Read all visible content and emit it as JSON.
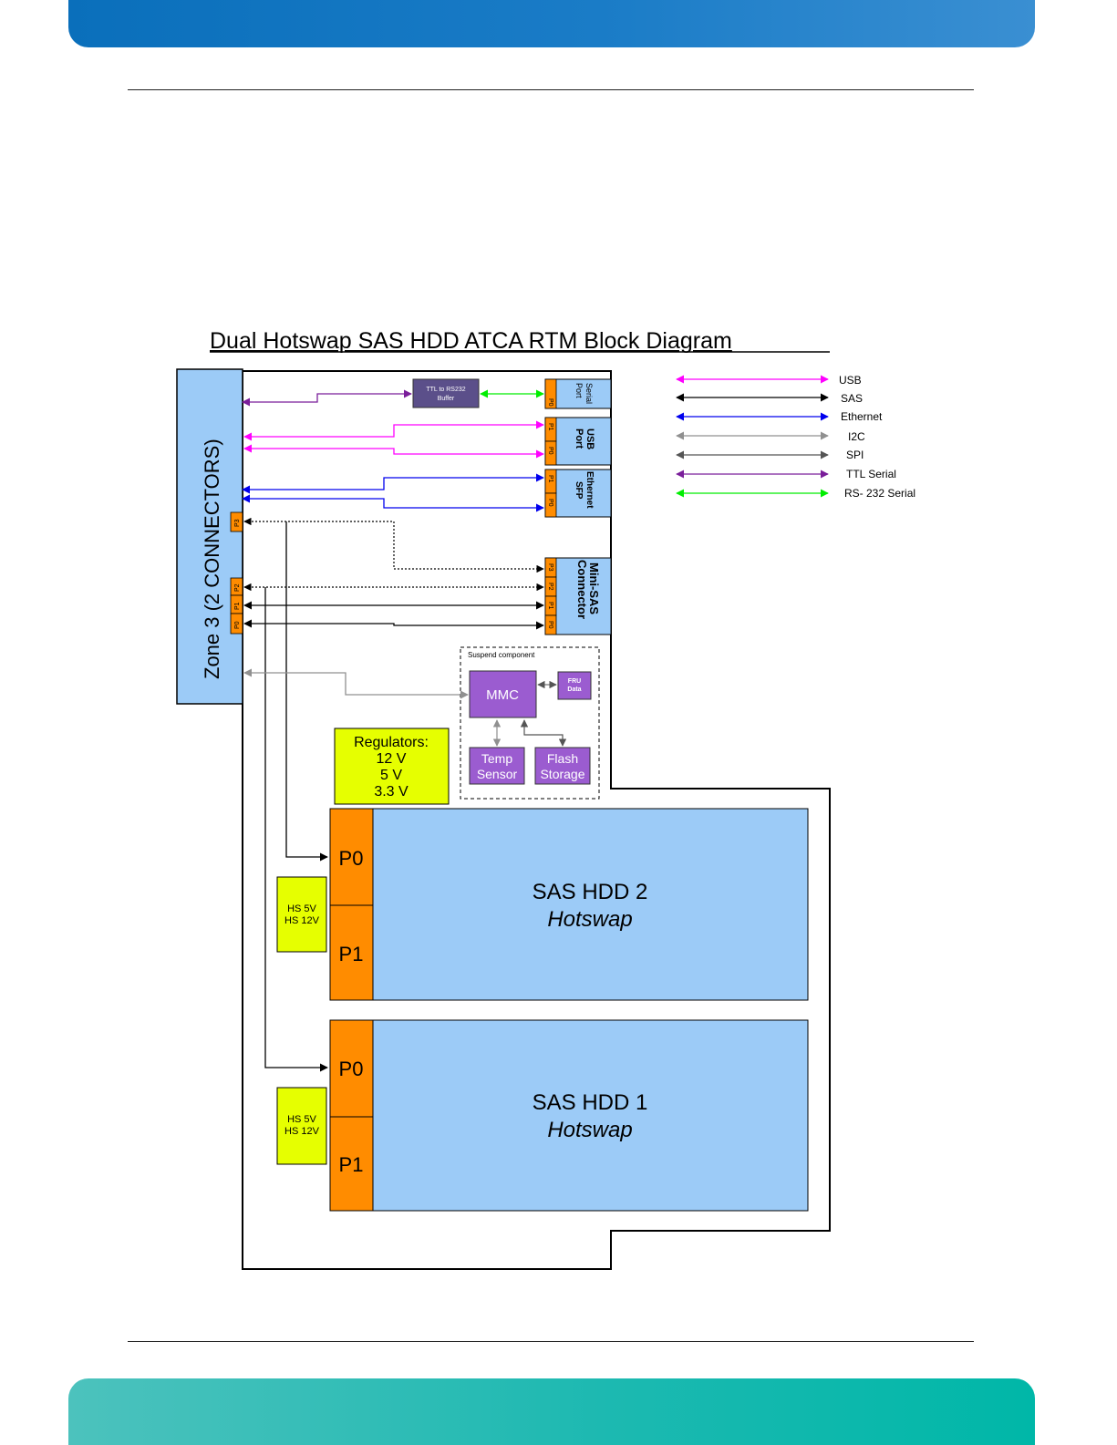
{
  "diagram": {
    "title": "Dual Hotswap SAS HDD ATCA RTM Block Diagram",
    "zone3_label": "Zone 3 (2 CONNECTORS)",
    "zone3_ports": [
      "P3",
      "P2",
      "P1",
      "P0"
    ],
    "ttl_buffer_line1": "TTL to RS232",
    "ttl_buffer_line2": "Buffer",
    "serial_port": {
      "label_line1": "Serial",
      "label_line2": "Port",
      "pins": [
        "P0"
      ]
    },
    "usb_port": {
      "label_line1": "USB",
      "label_line2": "Port",
      "pins": [
        "P1",
        "P0"
      ]
    },
    "ethernet_sfp": {
      "label_line1": "Ethernet",
      "label_line2": "SFP",
      "pins": [
        "P1",
        "P0"
      ]
    },
    "mini_sas": {
      "label_line1": "Mini-SAS",
      "label_line2": "Connector",
      "pins": [
        "P3",
        "P2",
        "P1",
        "P0"
      ]
    },
    "suspend_label": "Suspend component",
    "mmc": "MMC",
    "fru_line1": "FRU",
    "fru_line2": "Data",
    "temp_line1": "Temp",
    "temp_line2": "Sensor",
    "flash_line1": "Flash",
    "flash_line2": "Storage",
    "regulators": {
      "title": "Regulators:",
      "v1": "12 V",
      "v2": "5 V",
      "v3": "3.3 V"
    },
    "hdd2": {
      "title": "SAS HDD 2",
      "subtitle": "Hotswap",
      "p0": "P0",
      "p1": "P1",
      "hs_line1": "HS 5V",
      "hs_line2": "HS 12V"
    },
    "hdd1": {
      "title": "SAS HDD 1",
      "subtitle": "Hotswap",
      "p0": "P0",
      "p1": "P1",
      "hs_line1": "HS 5V",
      "hs_line2": "HS 12V"
    },
    "legend": [
      {
        "label": "USB",
        "color": "#ff00ff"
      },
      {
        "label": "SAS",
        "color": "#000000"
      },
      {
        "label": "Ethernet",
        "color": "#0000ee"
      },
      {
        "label": "I2C",
        "color": "#909090"
      },
      {
        "label": "SPI",
        "color": "#555555"
      },
      {
        "label": "TTL Serial",
        "color": "#7a1e9a"
      },
      {
        "label": "RS- 232 Serial",
        "color": "#00ee00"
      }
    ]
  },
  "colors": {
    "light_blue": "#9ccbf7",
    "orange": "#ff8c00",
    "purple": "#9b5cd0",
    "yellow": "#e6ff00"
  }
}
